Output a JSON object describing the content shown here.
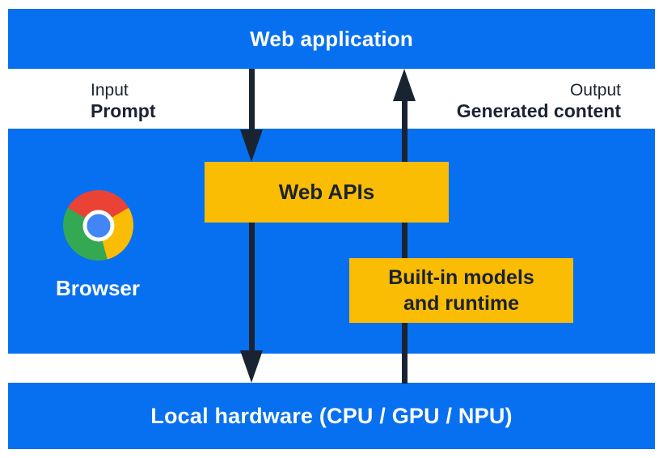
{
  "colors": {
    "section_blue": "#0770F0",
    "arrow_text_navy": "#1A2332",
    "box_yellow": "#FBBC04",
    "chrome_red": "#EA4335",
    "chrome_yellow": "#FBBC05",
    "chrome_green": "#34A853",
    "chrome_blue": "#4285F4",
    "label_white": "#FFFFFF"
  },
  "layers": {
    "web_application": "Web application",
    "browser": "Browser",
    "web_apis": "Web APIs",
    "builtin_models": {
      "line1": "Built-in models",
      "line2": "and runtime"
    },
    "local_hardware": "Local hardware (CPU / GPU / NPU)"
  },
  "flow": {
    "input": {
      "caption": "Input",
      "label": "Prompt"
    },
    "output": {
      "caption": "Output",
      "label": "Generated content"
    }
  },
  "icons": {
    "browser_icon": "chrome-logo"
  }
}
